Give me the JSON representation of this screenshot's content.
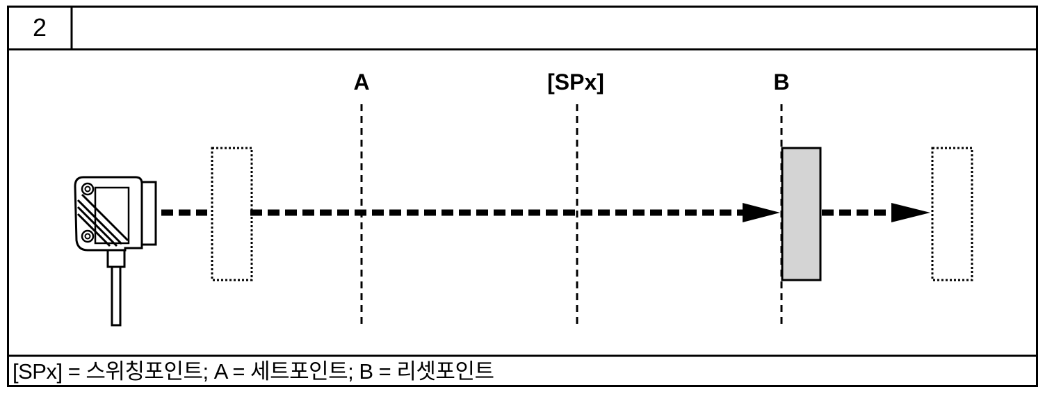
{
  "figure": {
    "number": "2",
    "header_text": "",
    "caption": "[SPx] = 스위칭포인트; A = 세트포인트; B = 리셋포인트"
  },
  "markers": {
    "a_label": "A",
    "spx_label": "[SPx]",
    "b_label": "B"
  },
  "colors": {
    "line": "#000000",
    "target_fill": "#d4d4d4",
    "background": "#ffffff"
  },
  "icons": {
    "sensor": "photoelectric-sensor-icon",
    "target": "target-block",
    "ghost_target": "dotted-target-outline"
  }
}
